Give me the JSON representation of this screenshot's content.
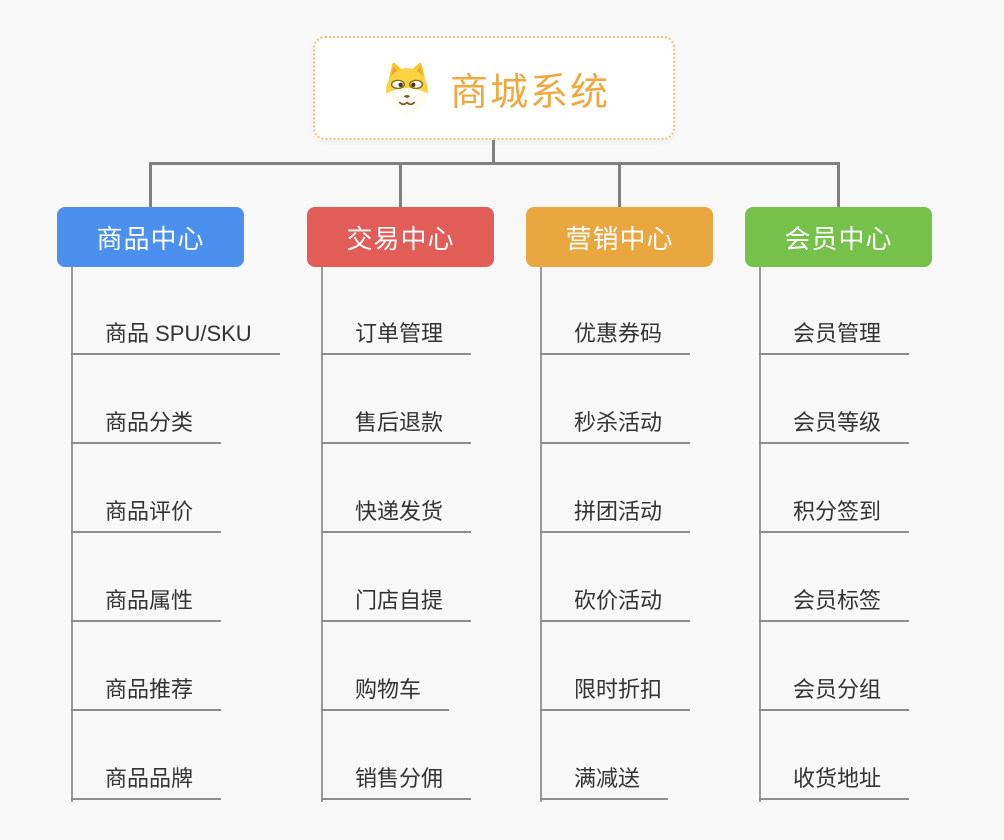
{
  "page": {
    "background": "#f8f8f8",
    "connector_color": "#808080"
  },
  "root": {
    "title": "商城系统",
    "icon": "dog-face-icon",
    "text_color": "#f0a940",
    "border_color": "#f4c173"
  },
  "branches": [
    {
      "label": "商品中心",
      "color": "#4b90ee",
      "items": [
        "商品 SPU/SKU",
        "商品分类",
        "商品评价",
        "商品属性",
        "商品推荐",
        "商品品牌"
      ]
    },
    {
      "label": "交易中心",
      "color": "#e25c58",
      "items": [
        "订单管理",
        "售后退款",
        "快递发货",
        "门店自提",
        "购物车",
        "销售分佣"
      ]
    },
    {
      "label": "营销中心",
      "color": "#eaa73f",
      "items": [
        "优惠券码",
        "秒杀活动",
        "拼团活动",
        "砍价活动",
        "限时折扣",
        "满减送"
      ]
    },
    {
      "label": "会员中心",
      "color": "#75c149",
      "items": [
        "会员管理",
        "会员等级",
        "积分签到",
        "会员标签",
        "会员分组",
        "收货地址"
      ]
    }
  ]
}
